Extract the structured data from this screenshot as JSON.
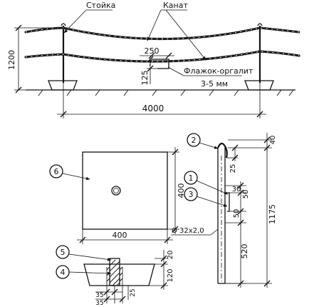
{
  "top_view": {
    "label_post": "Стойка",
    "label_rope": "Канат",
    "label_flag": "Флажок-оргалит",
    "flag_thickness": "3-5 мм",
    "dim_height": "1200",
    "dim_span": "4000",
    "dim_flag_width": "250",
    "dim_flag_height": "125"
  },
  "base_plan": {
    "callout": "6",
    "dim_width": "400",
    "dim_depth": "400"
  },
  "base_section": {
    "callouts": [
      "5",
      "4"
    ],
    "dim_20": "20",
    "dim_120": "120",
    "dim_35a": "35",
    "dim_35b": "35",
    "dim_25": "25"
  },
  "post_detail": {
    "callouts": [
      "2",
      "1",
      "3"
    ],
    "dim_40": "40",
    "dim_25": "25",
    "dim_30": "30",
    "dim_50a": "50",
    "dim_50b": "50",
    "dim_520": "520",
    "dim_1175": "1175",
    "pipe_spec": "Ø 32x2,0"
  }
}
